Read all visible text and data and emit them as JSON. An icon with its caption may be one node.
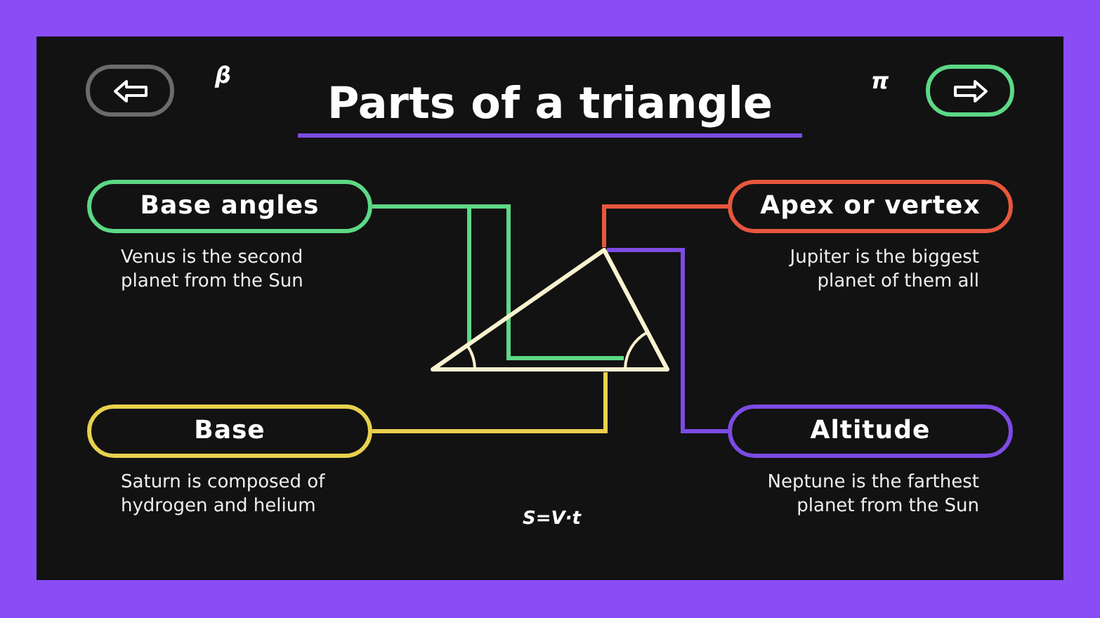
{
  "diagram": {
    "title": "Parts of a triangle",
    "nodes": [
      {
        "text": [
          "Base angles",
          "Venus is the second planet from the Sun"
        ]
      },
      {
        "text": [
          "Apex or vertex",
          "Jupiter is the biggest planet of them all"
        ]
      },
      {
        "text": [
          "Base",
          "Saturn is composed of hydrogen and helium"
        ]
      },
      {
        "text": [
          "Altitude",
          "Neptune is the farthest planet from the Sun"
        ]
      },
      {
        "text": [],
        "shape": "triangle"
      },
      {
        "text": [],
        "shape": "arc",
        "in": 4
      },
      {
        "text": [],
        "shape": "arc",
        "in": 4
      }
    ],
    "edges": [
      {
        "from": 0,
        "to": 5,
        "arrow": "none",
        "color": "#5dd886"
      },
      {
        "from": 0,
        "to": 6,
        "arrow": "none",
        "color": "#5dd886"
      },
      {
        "from": 1,
        "to": 4,
        "arrow": "none",
        "color": "#e6573d"
      },
      {
        "from": 2,
        "to": 4,
        "arrow": "none",
        "color": "#e8d14e"
      },
      {
        "from": 3,
        "to": 4,
        "arrow": "none",
        "color": "#7c4be3"
      }
    ],
    "labels": [
      "β",
      "π",
      "S=V·t"
    ]
  }
}
